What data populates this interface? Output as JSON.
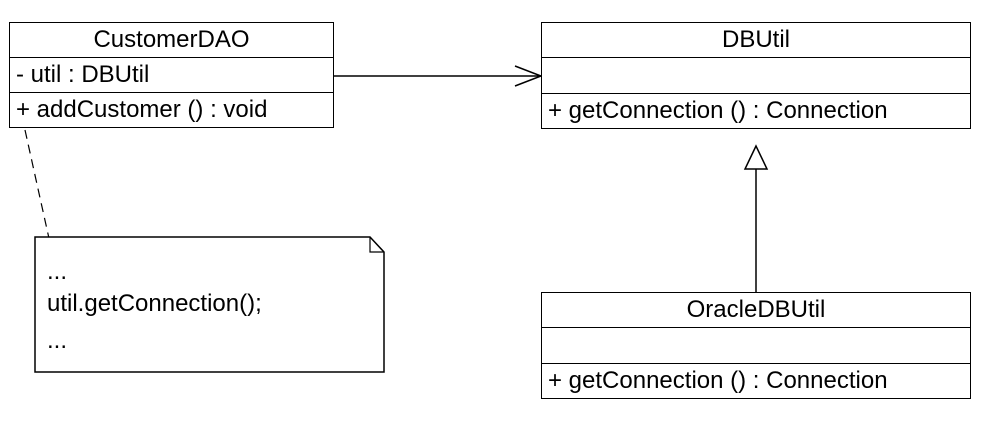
{
  "classes": {
    "customer_dao": {
      "name": "CustomerDAO",
      "attribute": "-  util  : DBUtil",
      "operation": "+  addCustomer ()  : void"
    },
    "db_util": {
      "name": "DBUtil",
      "operation": "+  getConnection ()  : Connection"
    },
    "oracle_db_util": {
      "name": "OracleDBUtil",
      "operation": "+  getConnection ()  : Connection"
    }
  },
  "note": {
    "line1": "...",
    "line2": "util.getConnection();",
    "line3": "..."
  },
  "relationships": [
    {
      "type": "association",
      "from": "CustomerDAO",
      "to": "DBUtil"
    },
    {
      "type": "generalization",
      "from": "OracleDBUtil",
      "to": "DBUtil"
    },
    {
      "type": "note-anchor",
      "from": "note",
      "to": "addCustomer"
    }
  ]
}
